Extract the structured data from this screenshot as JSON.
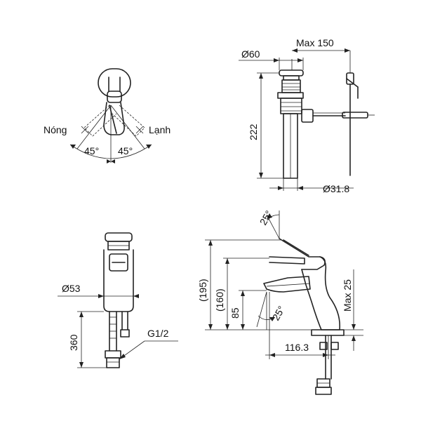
{
  "labels": {
    "hot": "Nóng",
    "cold": "Lạnh",
    "angle_left": "45°",
    "angle_right": "45°",
    "cap_diameter": "Ø60",
    "max_reach": "Max 150",
    "drain_height": "222",
    "pipe_diameter": "Ø31.8",
    "body_diameter": "Ø53",
    "hose_length": "360",
    "thread": "G1/2",
    "height_total": "(195)",
    "height_spout": "(160)",
    "height_outlet": "85",
    "lever_angle": "25°",
    "spout_angle": "25°",
    "max_deck": "Max 25",
    "spout_reach": "116.3"
  }
}
